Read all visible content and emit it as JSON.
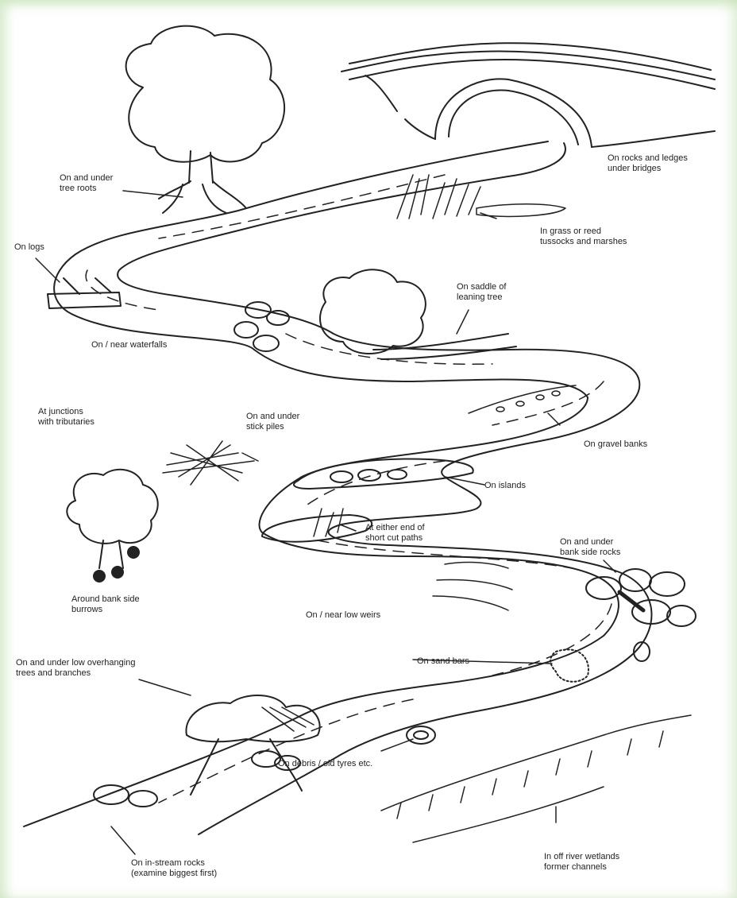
{
  "labels": {
    "tree_roots": "On and under\ntree roots",
    "bridges": "On rocks and ledges\nunder bridges",
    "grass": "In grass or reed\ntussocks and marshes",
    "logs": "On logs",
    "leaning_tree": "On saddle of\nleaning tree",
    "waterfalls": "On / near waterfalls",
    "tributaries": "At junctions\nwith tributaries",
    "stick_piles": "On and under\nstick piles",
    "gravel": "On gravel banks",
    "islands": "On islands",
    "cut_paths": "At either end of\nshort cut paths",
    "bank_rocks": "On and under\nbank side rocks",
    "burrows": "Around bank side\nburrows",
    "weirs": "On / near low weirs",
    "overhanging": "On and under low overhanging\ntrees and branches",
    "sand_bars": "On sand bars",
    "debris": "On debris / old tyres etc.",
    "instream": "On in-stream rocks\n(examine biggest first)",
    "wetlands": "In off river wetlands\nformer channels"
  },
  "colors": {
    "ink": "#222222",
    "paper": "#ffffff"
  }
}
